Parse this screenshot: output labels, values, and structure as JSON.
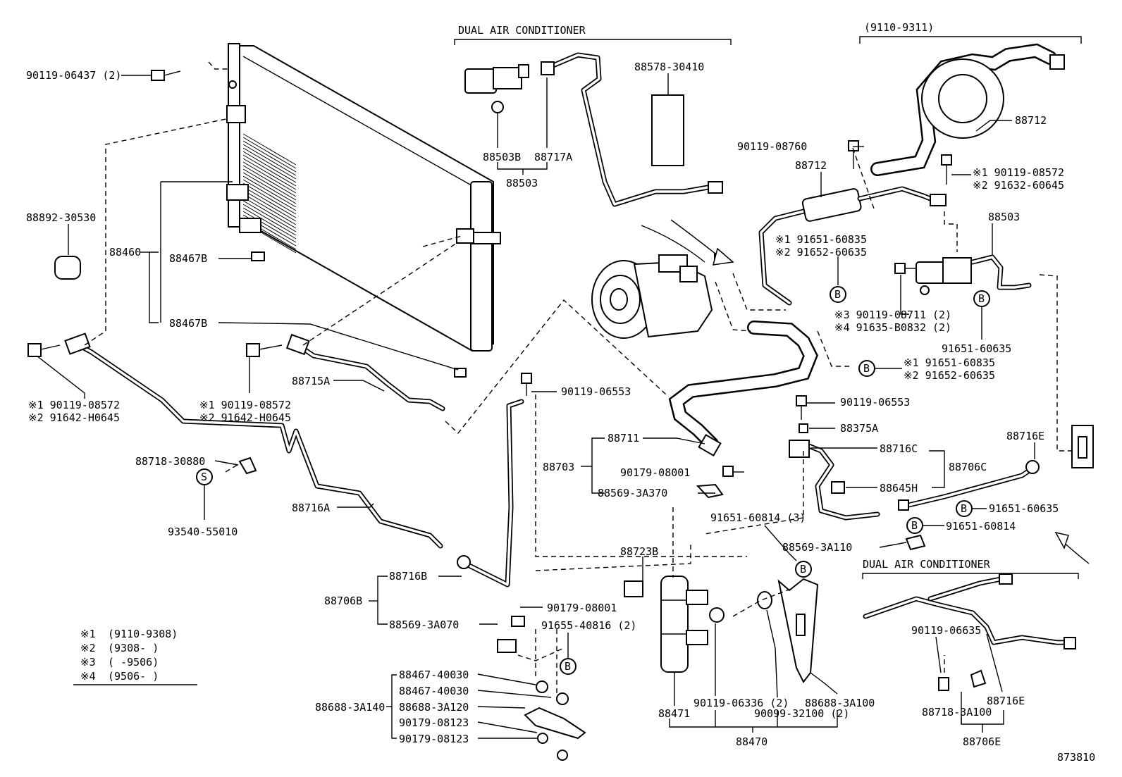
{
  "sections": {
    "dual_ac_top": "DUAL AIR CONDITIONER",
    "range_top": "(9110-9311)",
    "dual_ac_bottom": "DUAL AIR CONDITIONER"
  },
  "labels": {
    "p90119_06437": "90119-06437 (2)",
    "p88892_30530": "88892-30530",
    "p88460": "88460",
    "p88467B_1": "88467B",
    "p88467B_2": "88467B",
    "p90119_08572_a": "※1  90119-08572",
    "p91642_H0645_a": "※2  91642-H0645",
    "p90119_08572_b": "※1  90119-08572",
    "p91642_H0645_b": "※2  91642-H0645",
    "p88715A": "88715A",
    "p88718_30880": "88718-30880",
    "p93540_55010": "93540-55010",
    "p88716A": "88716A",
    "p88503B": "88503B",
    "p88717A": "88717A",
    "p88503_top": "88503",
    "p88578_30410": "88578-30410",
    "p88712_top": "88712",
    "p90119_08760": "90119-08760",
    "p88712_mid": "88712",
    "p90119_08572_c": "※1  90119-08572",
    "p91632_60645": "※2  91632-60645",
    "p91651_60835_a": "※1  91651-60835",
    "p91652_60635_a": "※2  91652-60635",
    "p88503_right": "88503",
    "p90119_08711": "※3  90119-08711 (2)",
    "p91635_B0832": "※4  91635-B0832 (2)",
    "p91651_60635_a": "91651-60635",
    "p91651_60835_b": "※1  91651-60835",
    "p91652_60635_b": "※2  91652-60635",
    "p90119_06553_a": "90119-06553",
    "p90119_06553_b": "90119-06553",
    "p88375A": "88375A",
    "p88711": "88711",
    "p88703": "88703",
    "p90179_08001": "90179-08001",
    "p88569_3A370": "88569-3A370",
    "p88716C": "88716C",
    "p88706C": "88706C",
    "p88645H": "88645H",
    "p88716E_top": "88716E",
    "p91651_60635_b": "91651-60635",
    "p91651_60814_3": "91651-60814 (3)",
    "p91651_60814": "91651-60814",
    "p88569_3A110": "88569-3A110",
    "p88723B": "88723B",
    "p88716B": "88716B",
    "p88706B": "88706B",
    "p90179_08001_b": "90179-08001",
    "p88569_3A070": "88569-3A070",
    "p91655_40816": "91655-40816 (2)",
    "p88467_40030_a": "88467-40030",
    "p88467_40030_b": "88467-40030",
    "p88688_3A140": "88688-3A140",
    "p88688_3A120": "88688-3A120",
    "p90179_08123_a": "90179-08123",
    "p90179_08123_b": "90179-08123",
    "p90119_06336": "90119-06336 (2)",
    "p88688_3A100_a": "88688-3A100",
    "p88471": "88471",
    "p90099_32100": "90099-32100 (2)",
    "p88470": "88470",
    "p90119_06635": "90119-06635",
    "p88716E_bot": "88716E",
    "p88718_3A100": "88718-3A100",
    "p88706E": "88706E",
    "figure_no": "873810"
  },
  "legend": [
    {
      "mark": "※1",
      "range": "(9110-9308)"
    },
    {
      "mark": "※2",
      "range": "(9308-      )"
    },
    {
      "mark": "※3",
      "range": "(      -9506)"
    },
    {
      "mark": "※4",
      "range": "(9506-      )"
    }
  ],
  "callouts": {
    "B": "B",
    "S": "S"
  }
}
